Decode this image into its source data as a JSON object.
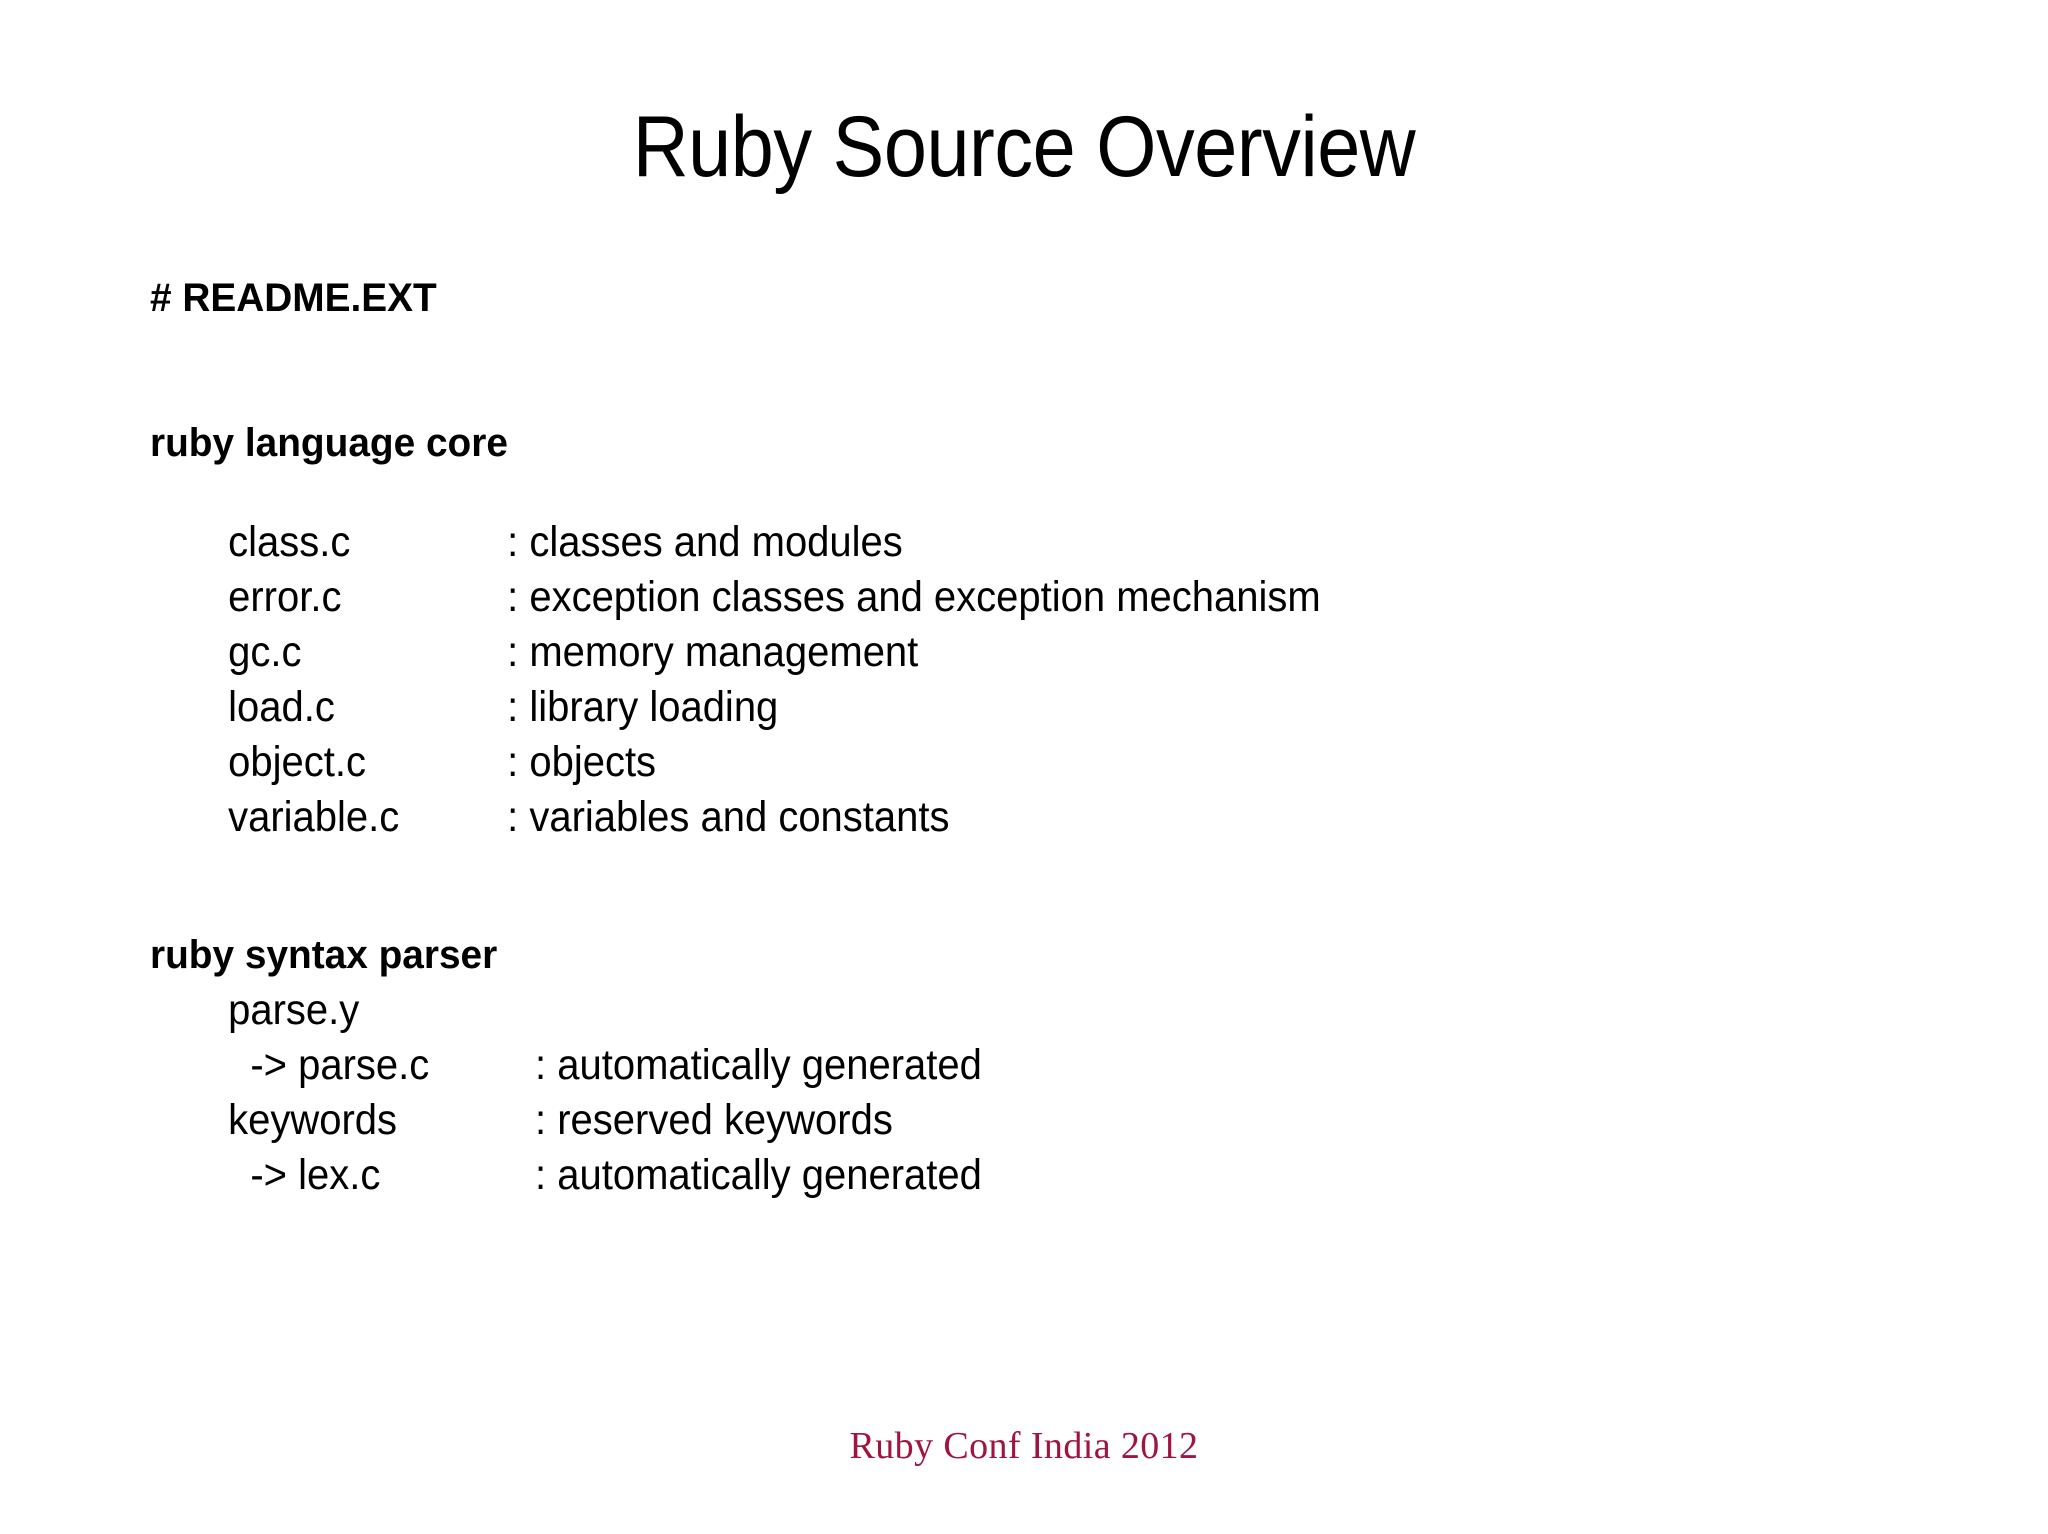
{
  "slide": {
    "title": "Ruby Source Overview",
    "background_color": "#FFFFFF",
    "text_color": "#000000"
  },
  "content": {
    "readme_heading": "# README.EXT",
    "sections": [
      {
        "heading": "ruby language core",
        "entries": [
          {
            "name": "class.c",
            "desc": ": classes and modules"
          },
          {
            "name": "error.c",
            "desc": ": exception classes and exception mechanism"
          },
          {
            "name": "gc.c",
            "desc": ": memory management"
          },
          {
            "name": "load.c",
            "desc": ": library loading"
          },
          {
            "name": "object.c",
            "desc": ": objects"
          },
          {
            "name": "variable.c",
            "desc": ": variables and constants"
          }
        ]
      },
      {
        "heading": "ruby syntax parser",
        "entries": [
          {
            "name": "parse.y",
            "desc": ""
          },
          {
            "name": "  -> parse.c",
            "desc": ": automatically generated"
          },
          {
            "name": "keywords",
            "desc": ": reserved keywords"
          },
          {
            "name": "  -> lex.c",
            "desc": ": automatically generated"
          }
        ]
      }
    ]
  },
  "footer": {
    "text": "Ruby Conf India 2012",
    "color": "#A01540"
  }
}
